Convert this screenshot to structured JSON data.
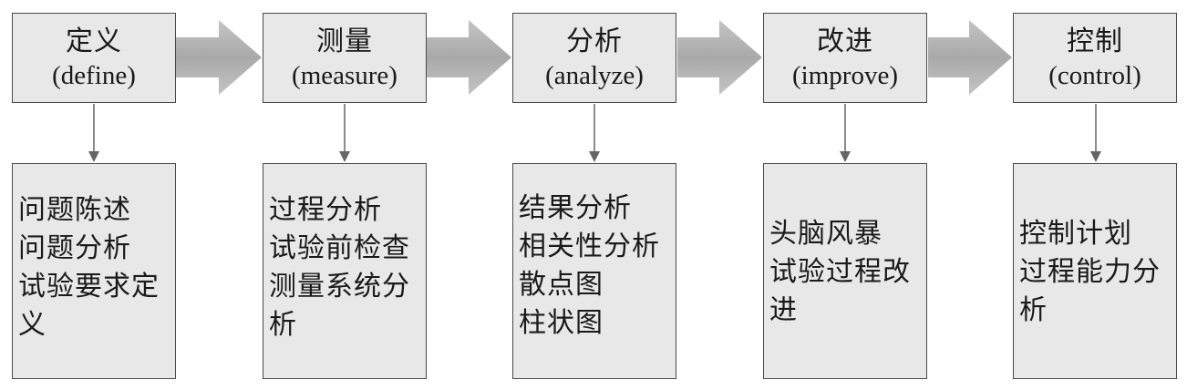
{
  "stages": [
    {
      "title": "定义",
      "subtitle": "(define)",
      "details": "问题陈述\n问题分析\n试验要求定义"
    },
    {
      "title": "测量",
      "subtitle": "(measure)",
      "details": "过程分析\n试验前检查\n测量系统分析"
    },
    {
      "title": "分析",
      "subtitle": "(analyze)",
      "details": "结果分析\n相关性分析\n散点图\n柱状图"
    },
    {
      "title": "改进",
      "subtitle": "(improve)",
      "details": "头脑风暴\n试验过程改进"
    },
    {
      "title": "控制",
      "subtitle": "(control)",
      "details": "控制计划\n过程能力分析"
    }
  ],
  "colors": {
    "box_fill": "#e8e8e8",
    "box_border": "#4a4a4a",
    "arrow_fill": "#b3b3b3",
    "connector": "#666666"
  }
}
